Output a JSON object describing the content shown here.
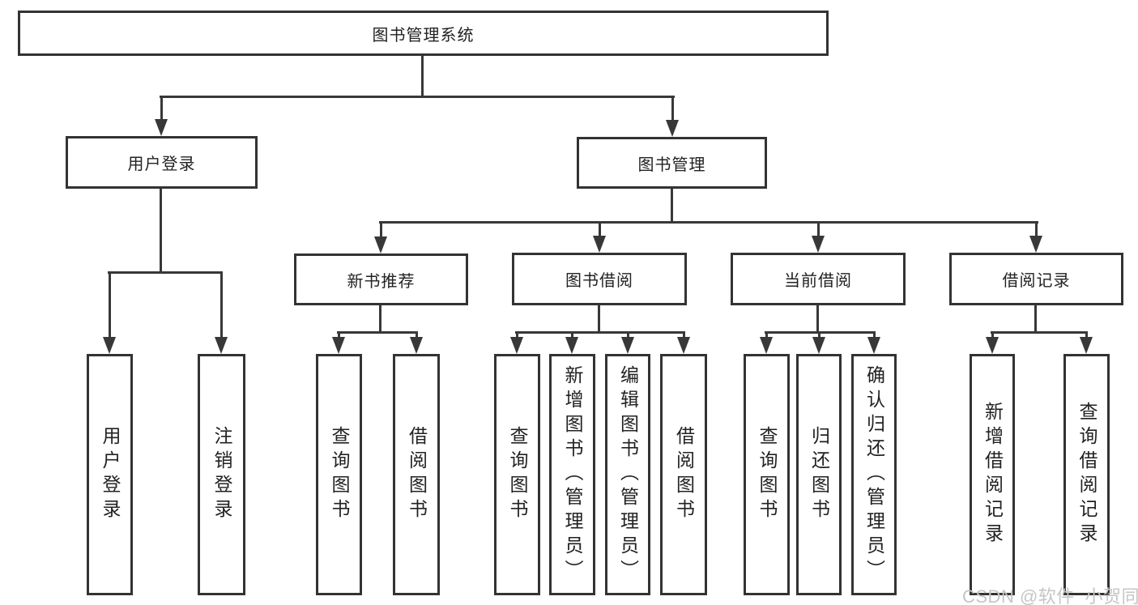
{
  "diagram": {
    "root": {
      "label": "图书管理系统"
    },
    "level1": [
      {
        "id": "user-login",
        "label": "用户登录"
      },
      {
        "id": "book-management",
        "label": "图书管理"
      }
    ],
    "level2": [
      {
        "id": "new-book-recommend",
        "label": "新书推荐",
        "parent": "book-management"
      },
      {
        "id": "book-borrow",
        "label": "图书借阅",
        "parent": "book-management"
      },
      {
        "id": "current-borrow",
        "label": "当前借阅",
        "parent": "book-management"
      },
      {
        "id": "borrow-records",
        "label": "借阅记录",
        "parent": "book-management"
      }
    ],
    "leaves": [
      {
        "id": "leaf-user-login",
        "label": "用户登录",
        "parent": "user-login"
      },
      {
        "id": "leaf-logout",
        "label": "注销登录",
        "parent": "user-login"
      },
      {
        "id": "leaf-query-books-recommend",
        "label": "查询图书",
        "parent": "new-book-recommend"
      },
      {
        "id": "leaf-borrow-books-recommend",
        "label": "借阅图书",
        "parent": "new-book-recommend"
      },
      {
        "id": "leaf-query-books-borrow",
        "label": "查询图书",
        "parent": "book-borrow"
      },
      {
        "id": "leaf-add-books-admin",
        "label": "新增图书（管理员）",
        "parent": "book-borrow"
      },
      {
        "id": "leaf-edit-books-admin",
        "label": "编辑图书（管理员）",
        "parent": "book-borrow"
      },
      {
        "id": "leaf-borrow-books",
        "label": "借阅图书",
        "parent": "book-borrow"
      },
      {
        "id": "leaf-query-books-current",
        "label": "查询图书",
        "parent": "current-borrow"
      },
      {
        "id": "leaf-return-books",
        "label": "归还图书",
        "parent": "current-borrow"
      },
      {
        "id": "leaf-confirm-return-admin",
        "label": "确认归还（管理员）",
        "parent": "current-borrow"
      },
      {
        "id": "leaf-add-borrow-record",
        "label": "新增借阅记录",
        "parent": "borrow-records"
      },
      {
        "id": "leaf-query-borrow-record",
        "label": "查询借阅记录",
        "parent": "borrow-records"
      }
    ]
  },
  "watermark": {
    "text": "CSDN @软件_小贺同学"
  },
  "colors": {
    "line": "#383838",
    "border": "#333333",
    "background": "#ffffff",
    "text": "#222222",
    "watermark": "#c5c5c5"
  }
}
